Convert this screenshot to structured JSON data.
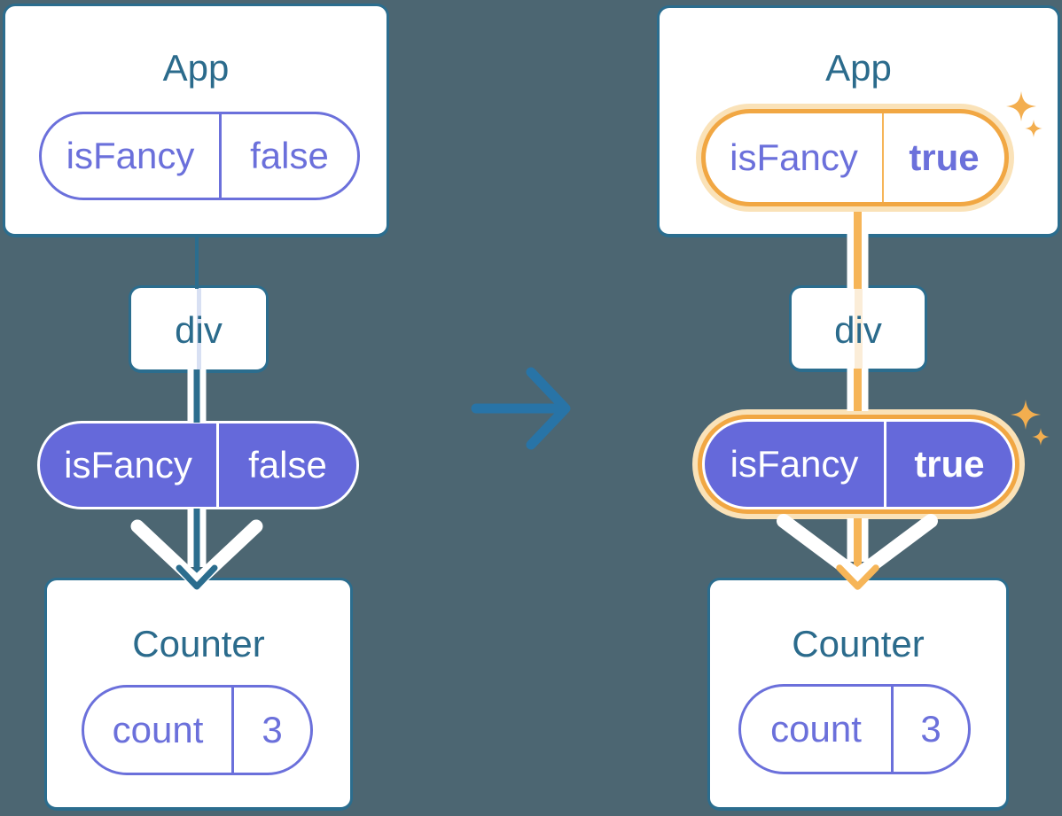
{
  "diagram": {
    "before": {
      "app_title": "App",
      "app_prop": {
        "name": "isFancy",
        "value": "false"
      },
      "div_label": "div",
      "passed_prop": {
        "name": "isFancy",
        "value": "false"
      },
      "counter_title": "Counter",
      "counter_state": {
        "name": "count",
        "value": "3"
      }
    },
    "after": {
      "app_title": "App",
      "app_prop": {
        "name": "isFancy",
        "value": "true"
      },
      "div_label": "div",
      "passed_prop": {
        "name": "isFancy",
        "value": "true"
      },
      "counter_title": "Counter",
      "counter_state": {
        "name": "count",
        "value": "3"
      }
    }
  },
  "colors": {
    "background": "#4C6672",
    "teal": "#2B6D8E",
    "title": "#2B6B8C",
    "purple": "#6B70DB",
    "purple_fill": "#6569DA",
    "orange": "#F1A743",
    "orange_line": "#F6B558",
    "orange_glow": "#FAE2B8",
    "cream_line": "#FBEDD8",
    "lavender_line": "#D8E0F3",
    "arrow_blue": "#2874A7",
    "sparkle": "#F3AE4F"
  }
}
